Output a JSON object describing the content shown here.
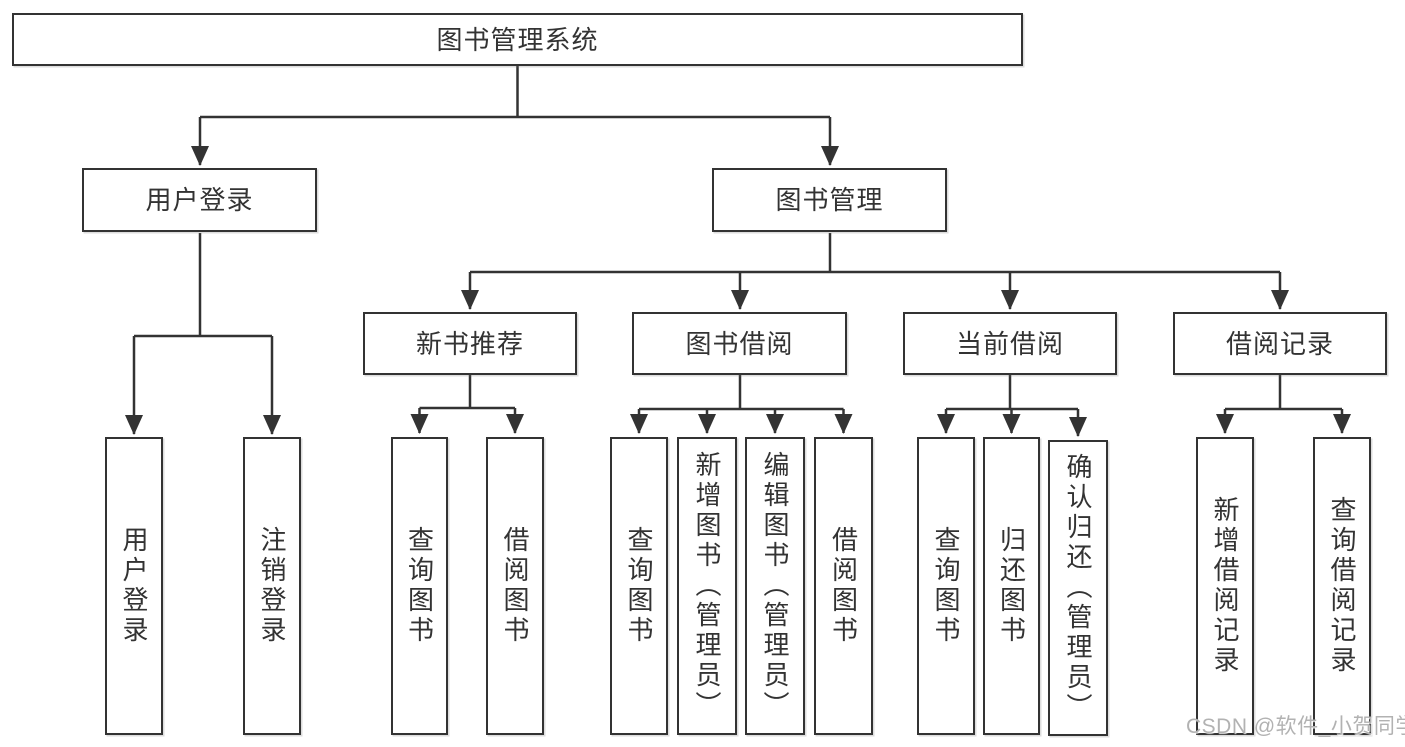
{
  "colors": {
    "line": "#333333",
    "box_border": "#333333",
    "box_background": "#ffffff",
    "text": "#333333",
    "watermark": "#b2b2b2"
  },
  "diagram": {
    "root": {
      "label": "图书管理系统"
    },
    "login_branch": {
      "label": "用户登录",
      "children": [
        {
          "label": "用户登录"
        },
        {
          "label": "注销登录"
        }
      ]
    },
    "management_branch": {
      "label": "图书管理",
      "groups": [
        {
          "label": "新书推荐",
          "children": [
            {
              "label": "查询图书"
            },
            {
              "label": "借阅图书"
            }
          ]
        },
        {
          "label": "图书借阅",
          "children": [
            {
              "label": "查询图书"
            },
            {
              "label": "新增图书（管理员）"
            },
            {
              "label": "编辑图书（管理员）"
            },
            {
              "label": "借阅图书"
            }
          ]
        },
        {
          "label": "当前借阅",
          "children": [
            {
              "label": "查询图书"
            },
            {
              "label": "归还图书"
            },
            {
              "label": "确认归还（管理员）"
            }
          ]
        },
        {
          "label": "借阅记录",
          "children": [
            {
              "label": "新增借阅记录"
            },
            {
              "label": "查询借阅记录"
            }
          ]
        }
      ]
    }
  },
  "watermark": {
    "text": "CSDN @软件_小贺同学"
  }
}
